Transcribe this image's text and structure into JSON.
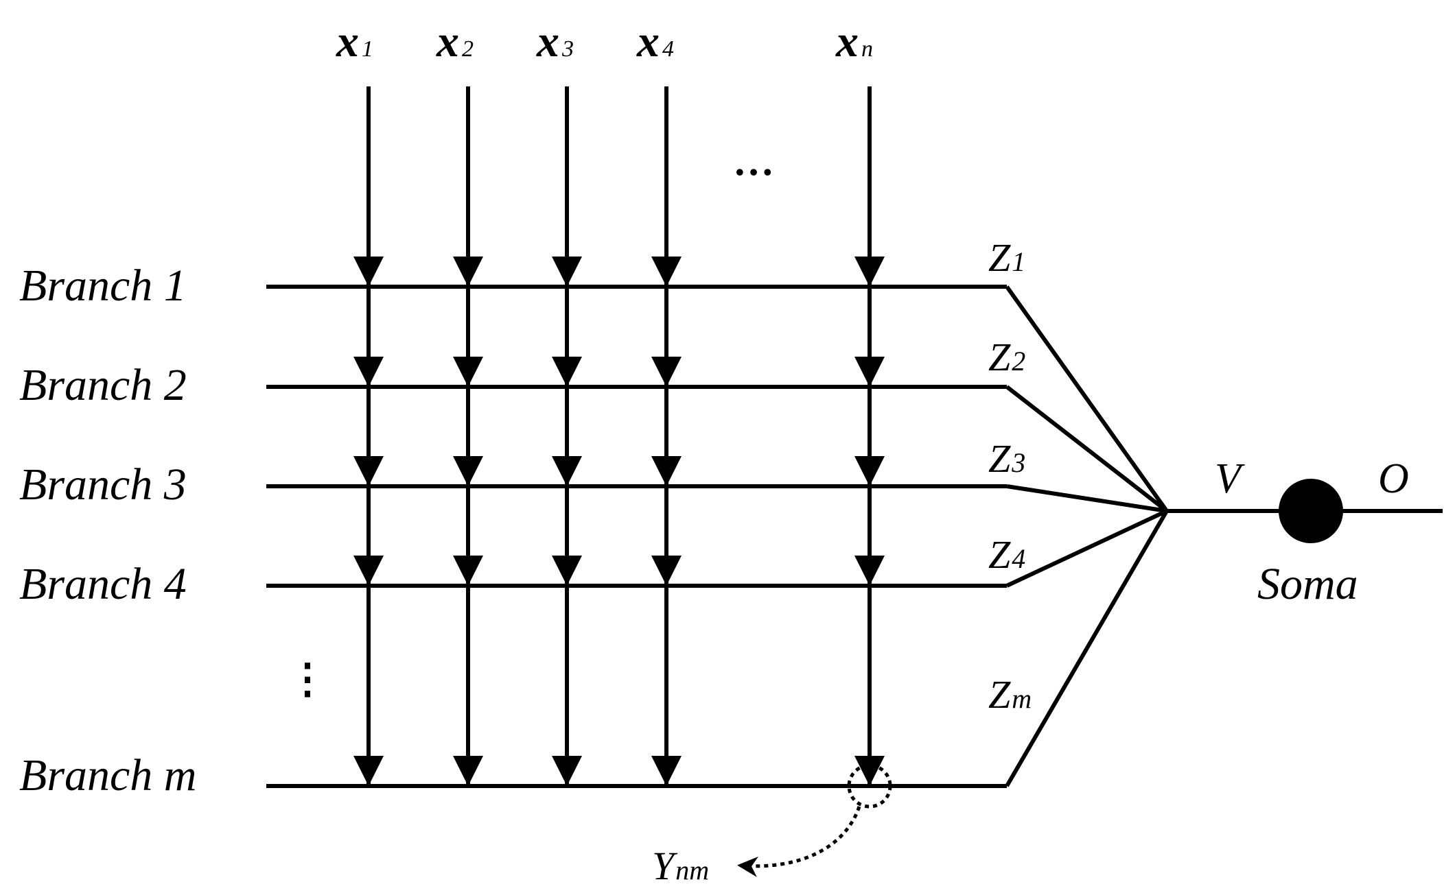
{
  "inputs": [
    {
      "base": "x",
      "sub": "1"
    },
    {
      "base": "x",
      "sub": "2"
    },
    {
      "base": "x",
      "sub": "3"
    },
    {
      "base": "x",
      "sub": "4"
    },
    {
      "base": "x",
      "sub": "n"
    }
  ],
  "input_ellipsis": "…",
  "branches": [
    "Branch 1",
    "Branch 2",
    "Branch 3",
    "Branch 4",
    "Branch m"
  ],
  "branch_ellipsis": "⋮",
  "dendrites": [
    {
      "base": "Z",
      "sub": "1"
    },
    {
      "base": "Z",
      "sub": "2"
    },
    {
      "base": "Z",
      "sub": "3"
    },
    {
      "base": "Z",
      "sub": "4"
    },
    {
      "base": "Z",
      "sub": "m"
    }
  ],
  "membrane_label": "V",
  "output_label": "O",
  "soma_label": "Soma",
  "synapse_label": {
    "base": "Y",
    "sub": "nm"
  },
  "colors": {
    "stroke": "#000000",
    "background": "#ffffff"
  }
}
